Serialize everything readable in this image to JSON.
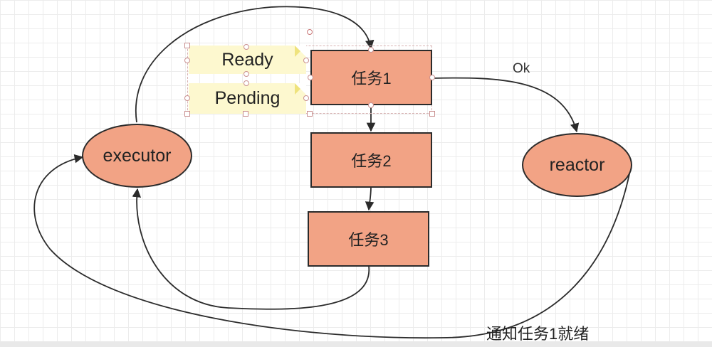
{
  "diagram": {
    "notes": {
      "ready": "Ready",
      "pending": "Pending"
    },
    "tasks": [
      {
        "id": "task1",
        "label": "任务1"
      },
      {
        "id": "task2",
        "label": "任务2"
      },
      {
        "id": "task3",
        "label": "任务3"
      }
    ],
    "nodes": {
      "executor": "executor",
      "reactor": "reactor"
    },
    "edge_labels": {
      "ok": "Ok",
      "notify": "通知任务1就绪"
    },
    "colors": {
      "node_fill": "#f2a385",
      "node_stroke": "#2b2b2b",
      "note_fill": "#fdf8cf",
      "edge": "#2b2b2b",
      "grid": "#ececec"
    }
  }
}
